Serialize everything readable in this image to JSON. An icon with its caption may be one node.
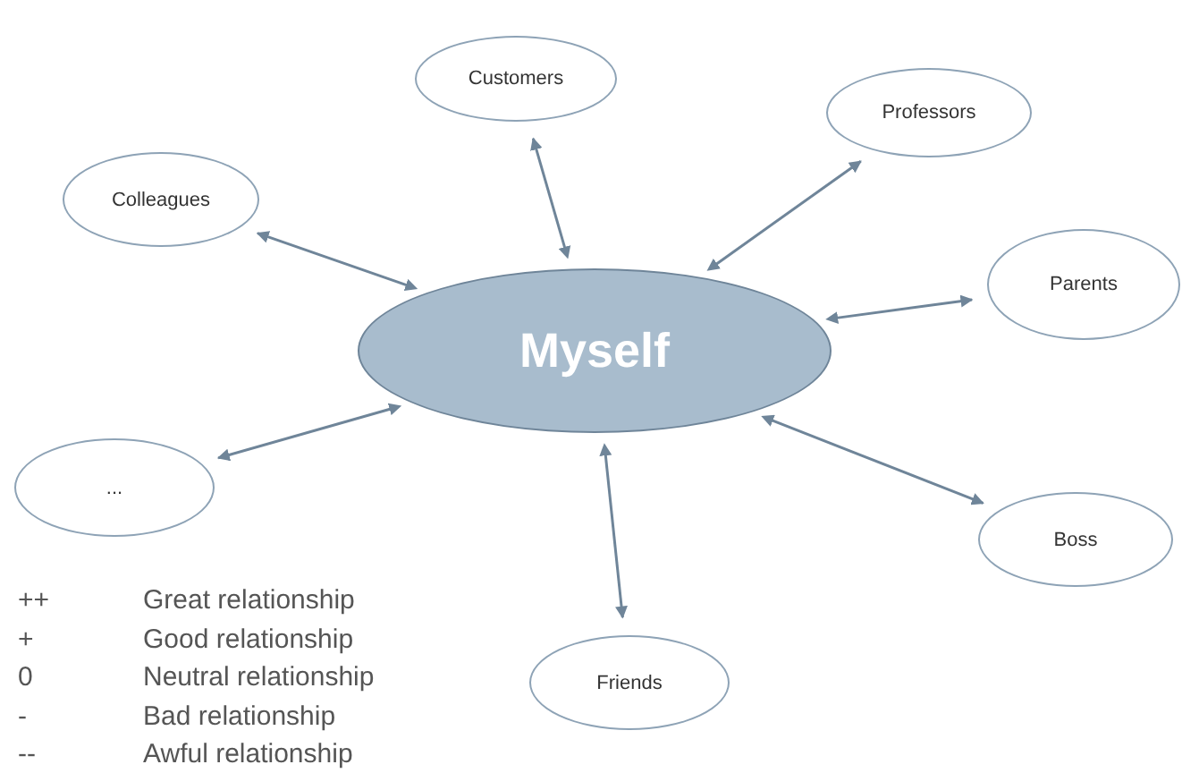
{
  "diagram": {
    "nodes": [
      {
        "text": [
          "Customers"
        ]
      },
      {
        "text": [
          "Professors"
        ]
      },
      {
        "text": [
          "Colleagues"
        ]
      },
      {
        "text": [
          "Parents"
        ]
      },
      {
        "text": [
          "Myself"
        ]
      },
      {
        "text": [
          "..."
        ]
      },
      {
        "text": [
          "Boss"
        ]
      },
      {
        "text": [
          "Friends"
        ]
      }
    ],
    "edges": [
      {
        "from": 4,
        "to": 0,
        "arrow": "both"
      },
      {
        "from": 4,
        "to": 1,
        "arrow": "both"
      },
      {
        "from": 4,
        "to": 2,
        "arrow": "both"
      },
      {
        "from": 4,
        "to": 3,
        "arrow": "both"
      },
      {
        "from": 4,
        "to": 5,
        "arrow": "both"
      },
      {
        "from": 4,
        "to": 6,
        "arrow": "both"
      },
      {
        "from": 4,
        "to": 7,
        "arrow": "both"
      }
    ],
    "labels": [
      "++",
      "Great relationship",
      "+",
      "Good relationship",
      "0",
      "Neutral relationship",
      "-",
      "Bad relationship",
      "--",
      "Awful relationship"
    ]
  }
}
